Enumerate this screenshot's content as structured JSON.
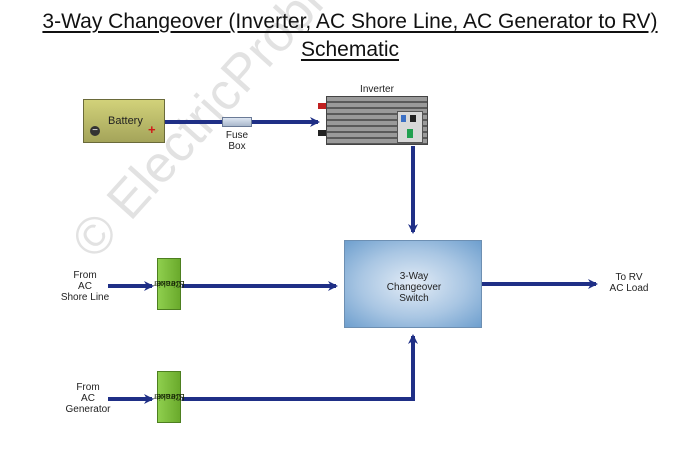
{
  "title": {
    "line1": "3-Way Changeover (Inverter, AC Shore Line, AC Generator to RV)",
    "line2": "Schematic"
  },
  "components": {
    "battery": {
      "label": "Battery",
      "neg": "−",
      "pos": "+"
    },
    "fuse": {
      "label_line1": "Fuse",
      "label_line2": "Box"
    },
    "inverter": {
      "label": "Inverter"
    },
    "switch": {
      "line1": "3-Way",
      "line2": "Changeover",
      "line3": "Switch"
    },
    "breaker1": {
      "line1": "Circuit",
      "line2": "Breaker"
    },
    "breaker2": {
      "line1": "Circuit",
      "line2": "Breaker"
    }
  },
  "inputs": {
    "shore": {
      "line1": "From",
      "line2": "AC",
      "line3": "Shore Line"
    },
    "generator": {
      "line1": "From",
      "line2": "AC",
      "line3": "Generator"
    }
  },
  "output": {
    "line1": "To RV",
    "line2": "AC Load"
  },
  "watermark": "© ElectricProblems.com",
  "colors": {
    "wire": "#1f2f86",
    "breaker": "#7dbd3c",
    "switch": "#9ebfe0",
    "battery": "#bfbf6a"
  }
}
